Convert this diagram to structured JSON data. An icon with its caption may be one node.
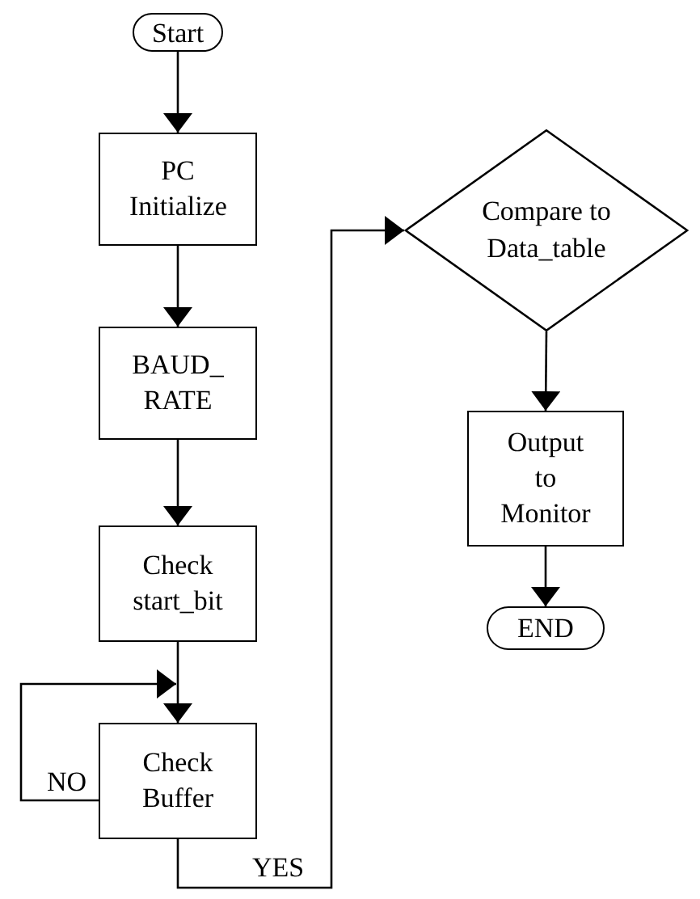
{
  "diagram": {
    "nodes": [
      {
        "text": [
          "Start"
        ]
      },
      {
        "text": [
          "PC Initialize"
        ]
      },
      {
        "text": [
          "BAUD_ RATE"
        ]
      },
      {
        "text": [
          "Check start_bit"
        ]
      },
      {
        "text": [
          "Check Buffer"
        ]
      },
      {
        "text": [
          "Compare to Data_table"
        ]
      },
      {
        "text": [
          "Output to Monitor"
        ]
      },
      {
        "text": [
          "END"
        ]
      }
    ],
    "edges": [
      {
        "from": 0,
        "to": 1,
        "arrow": "to"
      },
      {
        "from": 1,
        "to": 2,
        "arrow": "to"
      },
      {
        "from": 2,
        "to": 3,
        "arrow": "to"
      },
      {
        "from": 3,
        "to": 4,
        "arrow": "to"
      },
      {
        "from": 4,
        "to": 4,
        "arrow": "to",
        "label": "NO"
      },
      {
        "from": 4,
        "to": 5,
        "arrow": "to",
        "label": "YES"
      },
      {
        "from": 5,
        "to": 6,
        "arrow": "to"
      },
      {
        "from": 6,
        "to": 7,
        "arrow": "to"
      }
    ]
  }
}
